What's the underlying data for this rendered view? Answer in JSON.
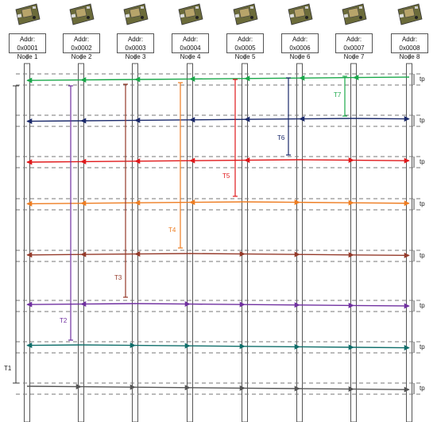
{
  "nodes": [
    {
      "addr": "Addr: 0x0001",
      "name": "Node 1"
    },
    {
      "addr": "Addr: 0x0002",
      "name": "Node 2"
    },
    {
      "addr": "Addr: 0x0003",
      "name": "Node 3"
    },
    {
      "addr": "Addr: 0x0004",
      "name": "Node 4"
    },
    {
      "addr": "Addr: 0x0005",
      "name": "Node 5"
    },
    {
      "addr": "Addr: 0x0006",
      "name": "Node 6"
    },
    {
      "addr": "Addr: 0x0007",
      "name": "Node 7"
    },
    {
      "addr": "Addr: 0x0008",
      "name": "Node 8"
    }
  ],
  "rounds": [
    {
      "color": "#1aa84a",
      "interval_label": "T7",
      "source_node": 8
    },
    {
      "color": "#1b2a6b",
      "interval_label": "T6",
      "source_node": 7
    },
    {
      "color": "#e0191b",
      "interval_label": "T5",
      "source_node": 6
    },
    {
      "color": "#ee7d22",
      "interval_label": "T4",
      "source_node": 5
    },
    {
      "color": "#953a2a",
      "interval_label": "T3",
      "source_node": 4
    },
    {
      "color": "#7030a0",
      "interval_label": "T2",
      "source_node": 3
    },
    {
      "color": "#0f6e6a",
      "interval_label": "T1",
      "source_node": 2
    },
    {
      "color": "#555555",
      "interval_label": "",
      "source_node": 1
    }
  ],
  "period_label": "tp",
  "total_label": "T1"
}
